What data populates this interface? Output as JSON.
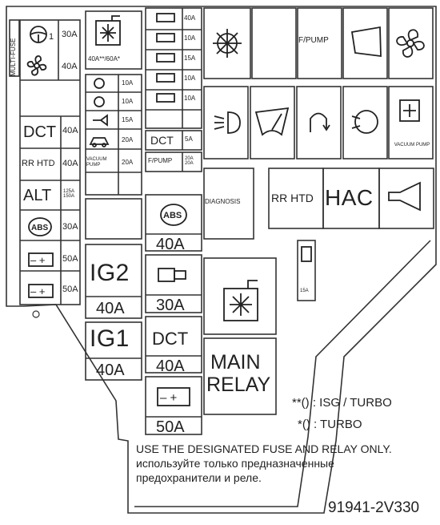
{
  "multi_fuse": {
    "title": "MULTI-FUSE",
    "slots": [
      {
        "amp": "30A"
      },
      {
        "amp": "40A"
      },
      {
        "label": "DCT",
        "amp": "40A"
      },
      {
        "label": "RR HTD",
        "amp": "40A"
      },
      {
        "label": "ALT",
        "amp": "125A\n150A"
      },
      {
        "amp": "30A"
      },
      {
        "amp": "50A"
      },
      {
        "amp": "50A"
      }
    ]
  },
  "small_fuses": {
    "fan_top": {
      "amp": "40A**/60A*"
    },
    "middle": [
      {
        "amp": "10A"
      },
      {
        "amp": "10A"
      },
      {
        "amp": "15A"
      },
      {
        "amp": "20A"
      },
      {
        "label": "VACUUM PUMP",
        "amp": "20A"
      }
    ],
    "right": [
      {
        "amp": "40A"
      },
      {
        "amp": "10A"
      },
      {
        "amp": "15A"
      },
      {
        "amp": "10A"
      },
      {
        "amp": "10A"
      }
    ],
    "dct": {
      "label": "DCT",
      "amp": "5A"
    },
    "fpump": {
      "label": "F/PUMP",
      "amp": "20A\n20A"
    }
  },
  "cartridges": {
    "ig2": {
      "label": "IG2",
      "amp": "40A"
    },
    "ig1": {
      "label": "IG1",
      "amp": "40A"
    },
    "abs": {
      "amp": "40A"
    },
    "starter": {
      "amp": "30A"
    },
    "dct": {
      "label": "DCT",
      "amp": "40A"
    },
    "battery": {
      "amp": "50A"
    }
  },
  "relays": {
    "fpump": "F/PUMP",
    "vacuum_pump": "VACUUM PUMP",
    "diagnosis": "DIAGNOSIS",
    "rr_htd": "RR HTD",
    "hac": "HAC",
    "main_relay_1": "MAIN",
    "main_relay_2": "RELAY",
    "lower_fuse_amp": "15A"
  },
  "notes": {
    "isg_turbo": "**() : ISG / TURBO",
    "turbo": "*() : TURBO"
  },
  "footer": {
    "line_en": "USE THE DESIGNATED FUSE AND RELAY ONLY.",
    "line_ru_1": "используйте только предназначенные",
    "line_ru_2": "предохранители и реле.",
    "part_number": "91941-2V330"
  },
  "colors": {
    "ink": "#222222",
    "background": "#ffffff"
  }
}
